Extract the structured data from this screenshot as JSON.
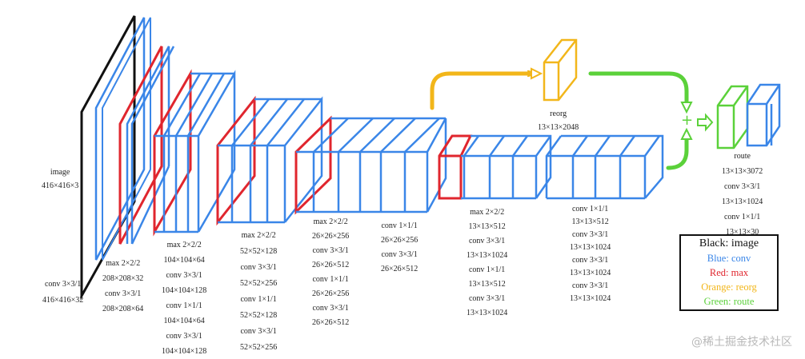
{
  "image_label": {
    "name": "image",
    "dims": "416×416×3"
  },
  "stage1": [
    "conv 3×3/1",
    "416×416×32"
  ],
  "stage2": [
    "max 2×2/2",
    "208×208×32",
    "conv 3×3/1",
    "208×208×64"
  ],
  "stage3": [
    "max 2×2/2",
    "104×104×64",
    "conv 3×3/1",
    "104×104×128",
    "conv 1×1/1",
    "104×104×64",
    "conv 3×3/1",
    "104×104×128"
  ],
  "stage4": [
    "max 2×2/2",
    "52×52×128",
    "conv 3×3/1",
    "52×52×256",
    "conv 1×1/1",
    "52×52×128",
    "conv 3×3/1",
    "52×52×256"
  ],
  "stage5a": [
    "max 2×2/2",
    "26×26×256",
    "conv 3×3/1",
    "26×26×512",
    "conv 1×1/1",
    "26×26×256",
    "conv 3×3/1",
    "26×26×512"
  ],
  "stage5b": [
    "conv 1×1/1",
    "26×26×256",
    "conv 3×3/1",
    "26×26×512"
  ],
  "stage6a": [
    "max 2×2/2",
    "13×13×512",
    "conv 3×3/1",
    "13×13×1024",
    "conv 1×1/1",
    "13×13×512",
    "conv 3×3/1",
    "13×13×1024"
  ],
  "stage6b": [
    "conv 1×1/1",
    "13×13×512",
    "conv 3×3/1",
    "13×13×1024",
    "conv 3×3/1",
    "13×13×1024",
    "conv 3×3/1",
    "13×13×1024"
  ],
  "reorg": {
    "name": "reorg",
    "dims": "13×13×2048"
  },
  "route": [
    "route",
    "13×13×3072",
    "conv 3×3/1",
    "13×13×1024",
    "conv 1×1/1",
    "13×13×30"
  ],
  "plus_sign": "+",
  "legend": {
    "black": "Black: image",
    "blue": "Blue: conv",
    "red": "Red: max",
    "orange": "Orange: reorg",
    "green": "Green: route"
  },
  "colors": {
    "image": "#111111",
    "conv": "#3a86e8",
    "max": "#e0262e",
    "reorg": "#f2b61a",
    "route": "#5bd13a"
  },
  "watermark": "@稀土掘金技术社区"
}
